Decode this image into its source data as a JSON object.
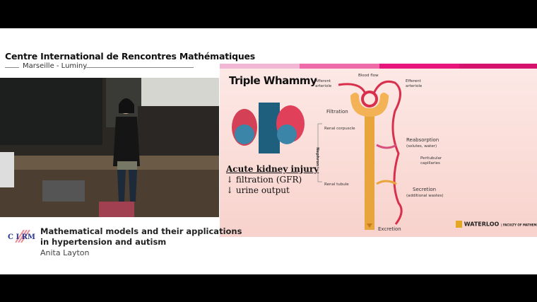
{
  "header": {
    "organization": "Centre International de Rencontres Mathématiques",
    "location": "Marseille - Luminy"
  },
  "footer": {
    "logo_text": "CIRM",
    "talk_title_line1": "Mathematical models and their applications",
    "talk_title_line2": "in hypertension and autism",
    "speaker": "Anita Layton"
  },
  "slide": {
    "title": "Triple Whammy",
    "heading": "Acute kidney injury",
    "bullets": [
      "↓ filtration (GFR)",
      "↓ urine output"
    ],
    "labels": {
      "blood_flow": "Blood flow",
      "afferent": "Afferent arteriole",
      "efferent": "Efferent arteriole",
      "filtration": "Filtration",
      "renal_corpuscle": "Renal corpuscle",
      "nephron": "Nephron",
      "reabsorption": "Reabsorption",
      "reabsorption_sub": "(solutes, water)",
      "peritubular": "Peritubular capillaries",
      "renal_tubule": "Renal tubule",
      "secretion": "Secretion",
      "secretion_sub": "(additional wastes)",
      "excretion": "Excretion"
    },
    "university_logo": "UNIVERSITY OF WATERLOO | FACULTY OF MATHEMATICS",
    "colors": {
      "vessel": "#d8304c",
      "tubule": "#e8a53c",
      "accent": "#e8157d"
    }
  }
}
